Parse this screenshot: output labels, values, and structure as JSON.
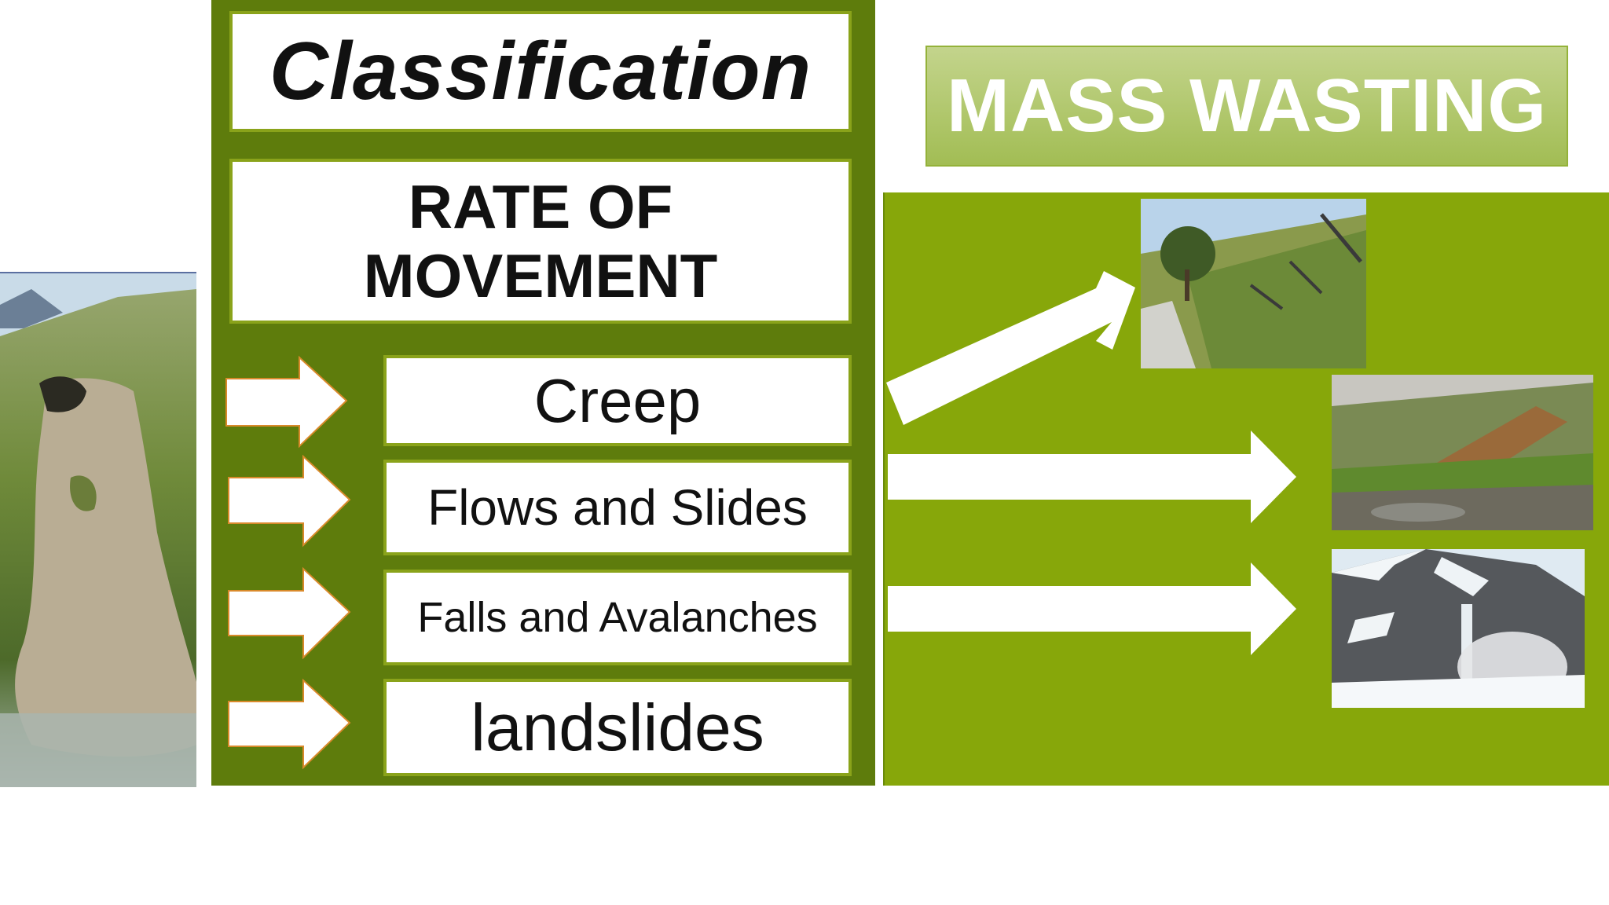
{
  "classification": {
    "title": "Classification",
    "subtitle": "RATE OF MOVEMENT",
    "categories": [
      "Creep",
      "Flows and Slides",
      "Falls and Avalanches",
      "landslides"
    ]
  },
  "banner": {
    "title": "MASS WASTING"
  },
  "photos": {
    "left": "landslide-photo",
    "creep": "creep-photo",
    "flows": "flow-photo",
    "falls": "avalanche-photo"
  },
  "colors": {
    "panel_dark_green": "#5e7c0c",
    "panel_light_green": "#87a70a",
    "banner_green": "#a2bd54",
    "arrow_fill": "#ffffff",
    "arrow_outline": "#d98a2b"
  }
}
